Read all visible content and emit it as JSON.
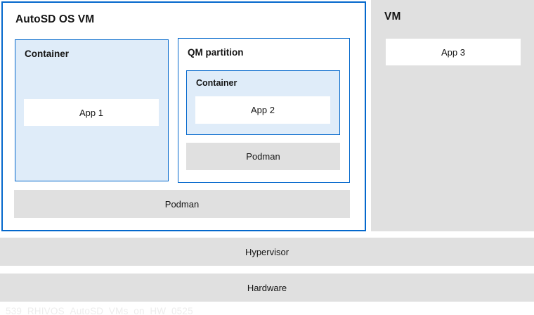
{
  "colors": {
    "border_blue": "#0468cc",
    "container_fill_blue": "#dfecf9",
    "gray_fill": "#e0e0e0",
    "text": "#151515",
    "caption_gray": "#ededed",
    "background": "#ffffff"
  },
  "diagram": {
    "autosd_vm": {
      "title": "AutoSD OS VM",
      "container1": {
        "title": "Container",
        "app_label": "App 1"
      },
      "qm_partition": {
        "title": "QM partition",
        "container": {
          "title": "Container",
          "app_label": "App 2"
        },
        "podman_label": "Podman"
      },
      "podman_label": "Podman"
    },
    "vm": {
      "title": "VM",
      "app_label": "App 3"
    },
    "hypervisor_label": "Hypervisor",
    "hardware_label": "Hardware",
    "caption": "539_RHIVOS_AutoSD_VMs_on_HW_0525"
  }
}
